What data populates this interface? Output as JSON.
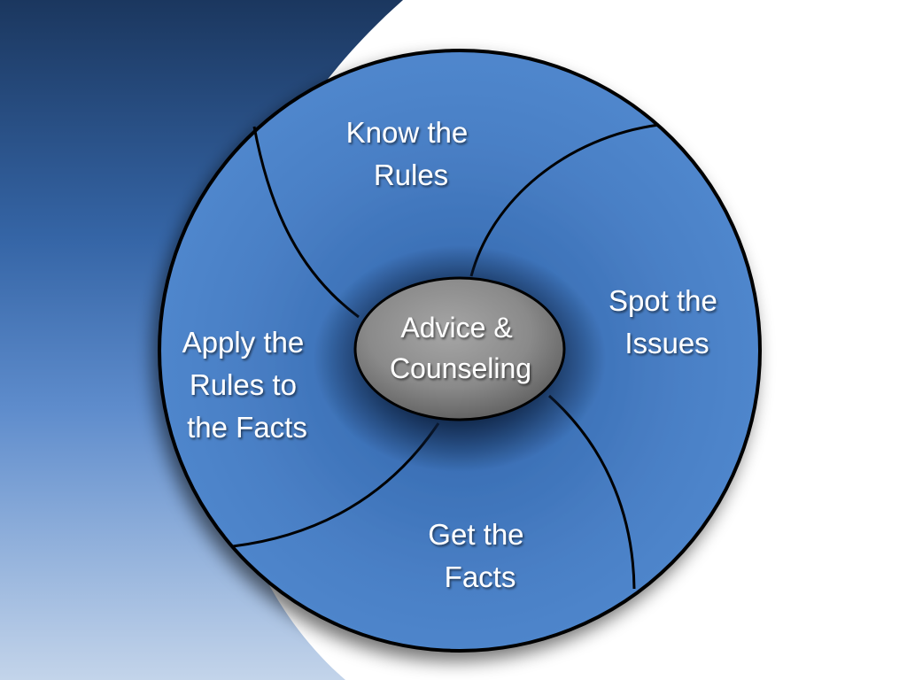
{
  "diagram": {
    "center": {
      "lines": [
        "Advice &",
        "Counseling"
      ]
    },
    "segments": [
      {
        "id": "know-rules",
        "lines": [
          "Know the",
          "Rules"
        ]
      },
      {
        "id": "spot-issues",
        "lines": [
          "Spot the",
          "Issues"
        ]
      },
      {
        "id": "get-facts",
        "lines": [
          "Get the",
          "Facts"
        ]
      },
      {
        "id": "apply-rules",
        "lines": [
          "Apply the",
          "Rules to",
          "the Facts"
        ]
      }
    ]
  },
  "colors": {
    "ring_fill": "#4a7fc4",
    "ring_edge": "#3565a8",
    "outline": "#000000",
    "hub_fill": "#8a8a8a",
    "text": "#ffffff",
    "background_dark": "#1d3b68",
    "background_light": "#b7cbe6"
  }
}
